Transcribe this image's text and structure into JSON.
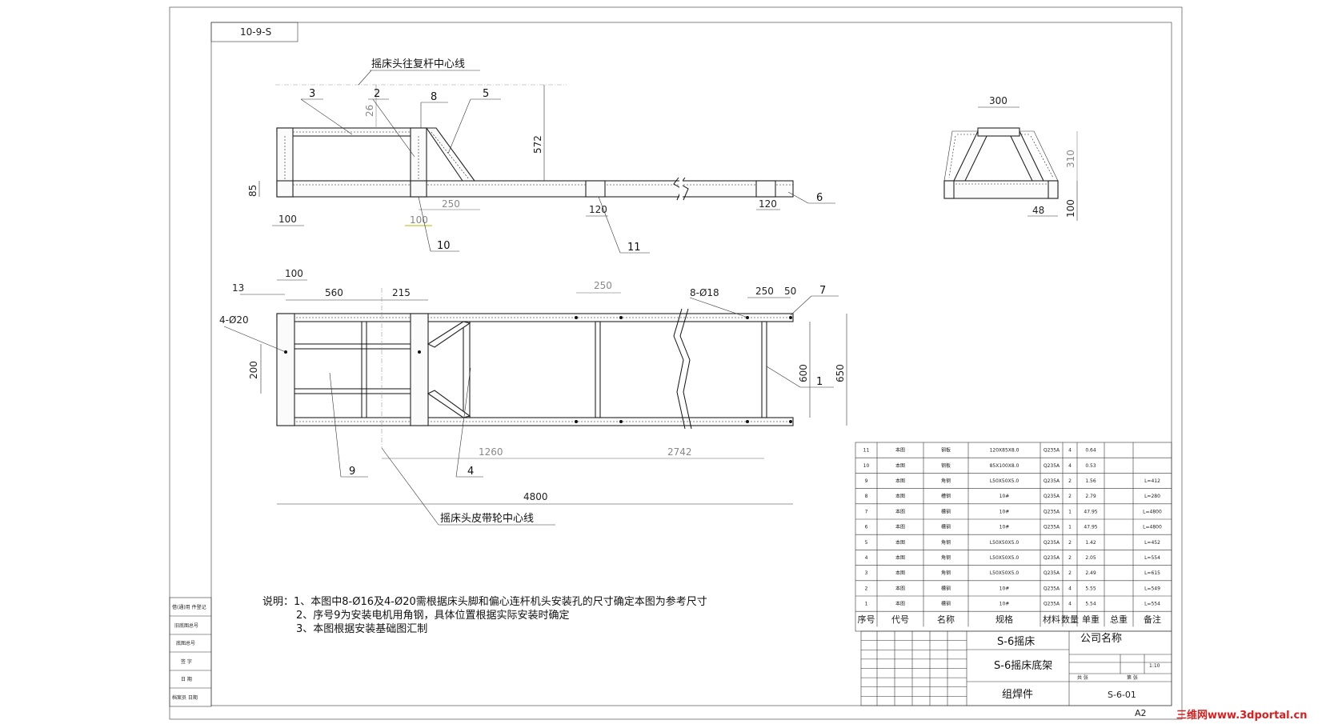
{
  "sheet": {
    "drawing_code_box": "10-9-S",
    "paper_size": "A2",
    "watermark": "三维网www.3dportal.cn"
  },
  "side_view": {
    "centerline_top": "摇床头往复杆中心线",
    "dims": {
      "d572": "572",
      "d85": "85",
      "d100_left": "100",
      "d26": "26",
      "d250": "250",
      "d100_green": "100",
      "d120_a": "120",
      "d120_b": "120"
    },
    "balloons": {
      "b3": "3",
      "b2": "2",
      "b8": "8",
      "b5": "5",
      "b6": "6",
      "b10": "10",
      "b11": "11"
    }
  },
  "end_view": {
    "dims": {
      "d300": "300",
      "d310": "310",
      "d48": "48",
      "d100": "100"
    }
  },
  "plan_view": {
    "dims": {
      "d13": "13",
      "d100": "100",
      "d560": "560",
      "d215": "215",
      "d250_top": "250",
      "d8holes": "8-Ø18",
      "d250_right": "250",
      "d50": "50",
      "d4holes": "4-Ø20",
      "d200": "200",
      "d600": "600",
      "d650": "650",
      "d1260": "1260",
      "d2742": "2742",
      "d4800": "4800"
    },
    "balloons": {
      "b7": "7",
      "b1": "1",
      "b9": "9",
      "b4": "4"
    },
    "centerline_bottom": "摇床头皮带轮中心线"
  },
  "notes": {
    "line1": "说明：1、本图中8-Ø16及4-Ø20需根据床头脚和偏心连杆机头安装孔的尺寸确定本图为参考尺寸",
    "line2": "2、序号9为安装电机用角钢，具体位置根据实际安装时确定",
    "line3": "3、本图根据安装基础图汇制"
  },
  "left_strip": {
    "cells": [
      "借(通)用 件登记",
      "旧底图总号",
      "底图总号",
      "签 字",
      "日 期",
      "档案员 日期"
    ]
  },
  "bom": {
    "headers": [
      "序号",
      "代号",
      "名称",
      "规格",
      "材料",
      "数量",
      "单重",
      "总重",
      "备注"
    ],
    "rows": [
      [
        "11",
        "本图",
        "钢板",
        "120X85X8.0",
        "Q235A",
        "4",
        "0.64",
        "",
        ""
      ],
      [
        "10",
        "本图",
        "钢板",
        "85X100X8.0",
        "Q235A",
        "4",
        "0.53",
        "",
        ""
      ],
      [
        "9",
        "本图",
        "角钢",
        "L50X50X5.0",
        "Q235A",
        "2",
        "1.56",
        "",
        "L=412"
      ],
      [
        "8",
        "本图",
        "槽钢",
        "10#",
        "Q235A",
        "2",
        "2.79",
        "",
        "L=280"
      ],
      [
        "7",
        "本图",
        "槽钢",
        "10#",
        "Q235A",
        "1",
        "47.95",
        "",
        "L=4800"
      ],
      [
        "6",
        "本图",
        "槽钢",
        "10#",
        "Q235A",
        "1",
        "47.95",
        "",
        "L=4800"
      ],
      [
        "5",
        "本图",
        "角钢",
        "L50X50X5.0",
        "Q235A",
        "2",
        "1.42",
        "",
        "L=452"
      ],
      [
        "4",
        "本图",
        "角钢",
        "L50X50X5.0",
        "Q235A",
        "2",
        "2.05",
        "",
        "L=554"
      ],
      [
        "3",
        "本图",
        "角钢",
        "L50X50X5.0",
        "Q235A",
        "2",
        "2.49",
        "",
        "L=615"
      ],
      [
        "2",
        "本图",
        "槽钢",
        "10#",
        "Q235A",
        "4",
        "5.55",
        "",
        "L=549"
      ],
      [
        "1",
        "本图",
        "槽钢",
        "10#",
        "Q235A",
        "4",
        "5.54",
        "",
        "L=554"
      ]
    ]
  },
  "title_block": {
    "product": "S-6摇床",
    "company": "公司名称",
    "part_name": "S-6摇床底架",
    "type": "组焊件",
    "drawing_no": "S-6-01",
    "scale": "1:10",
    "sheets_total_label": "共  张",
    "sheet_label": "第  张"
  }
}
